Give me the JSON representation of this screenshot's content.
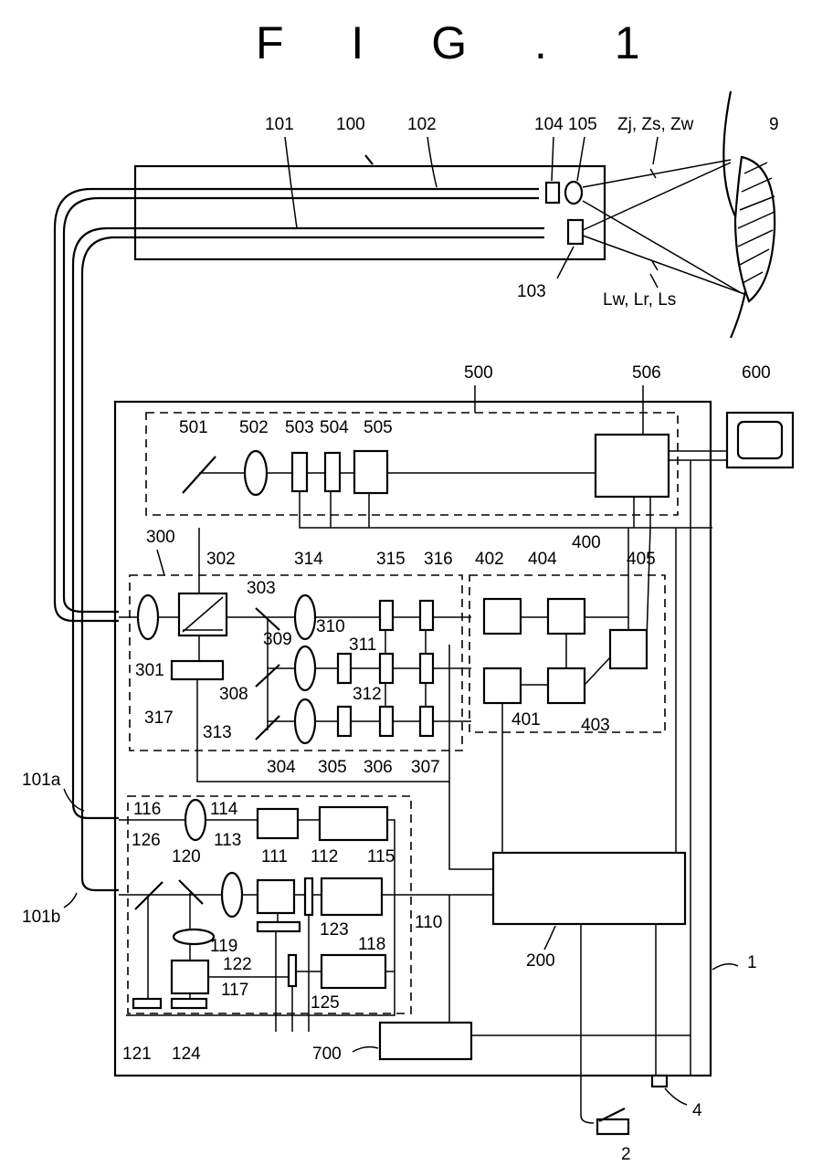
{
  "figure": {
    "title": "F I G . 1"
  },
  "labels": {
    "endoscope": "100",
    "fiber_a": "101",
    "fiber_b": "102",
    "light_out": "103",
    "lens_104": "104",
    "lens_105": "105",
    "returned": "Zj, Zs, Zw",
    "object": "9",
    "irradiation": "Lw, Lr, Ls",
    "block_500": "500",
    "n501": "501",
    "n502": "502",
    "n503": "503",
    "n504": "504",
    "n505": "505",
    "n506": "506",
    "monitor": "600",
    "block_300": "300",
    "n301": "301",
    "n302": "302",
    "n303": "303",
    "n304": "304",
    "n305": "305",
    "n306": "306",
    "n307": "307",
    "n308": "308",
    "n309": "309",
    "n310": "310",
    "n311": "311",
    "n312": "312",
    "n313": "313",
    "n314": "314",
    "n315": "315",
    "n316": "316",
    "n317": "317",
    "block_400": "400",
    "n401": "401",
    "n402": "402",
    "n403": "403",
    "n404": "404",
    "n405": "405",
    "fiber_101a": "101a",
    "fiber_101b": "101b",
    "block_110": "110",
    "n111": "111",
    "n112": "112",
    "n113": "113",
    "n114": "114",
    "n115": "115",
    "n116": "116",
    "n117": "117",
    "n118": "118",
    "n119": "119",
    "n120": "120",
    "n121": "121",
    "n122": "122",
    "n123": "123",
    "n124": "124",
    "n125": "125",
    "n126": "126",
    "controller": "200",
    "housing": "1",
    "n700": "700",
    "n2": "2",
    "n4": "4"
  }
}
